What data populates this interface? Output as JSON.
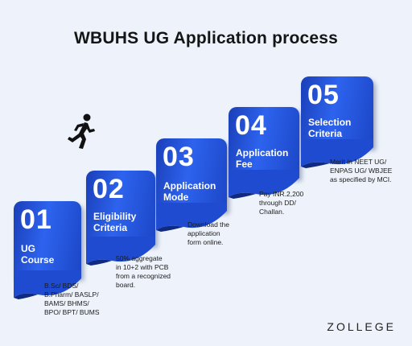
{
  "title": "WBUHS UG Application process",
  "steps": [
    {
      "number": "01",
      "label": "UG\nCourse",
      "description": "B.Sc/ BDS/\nB.Pharm/ BASLP/\nBAMS/ BHMS/\nBPO/ BPT/ BUMS"
    },
    {
      "number": "02",
      "label": "Eligibility\nCriteria",
      "description": "50% aggregate\nin 10+2 with PCB\nfrom a recognized\nboard."
    },
    {
      "number": "03",
      "label": "Application\nMode",
      "description": "Download the\napplication\nform online."
    },
    {
      "number": "04",
      "label": "Application\nFee",
      "description": "Pay INR.2,200\nthrough DD/\nChallan."
    },
    {
      "number": "05",
      "label": "Selection\nCriteria",
      "description": "Merit in NEET UG/\nENPAS UG/ WBJEE\nas specified by MCI."
    }
  ],
  "logo": "ZOLLEGE",
  "icons": {
    "runner": "running-person-icon"
  },
  "colors": {
    "ribbon": "#2d63ee",
    "ribbon_dark": "#1a3fb8",
    "background": "#eef3fb"
  }
}
